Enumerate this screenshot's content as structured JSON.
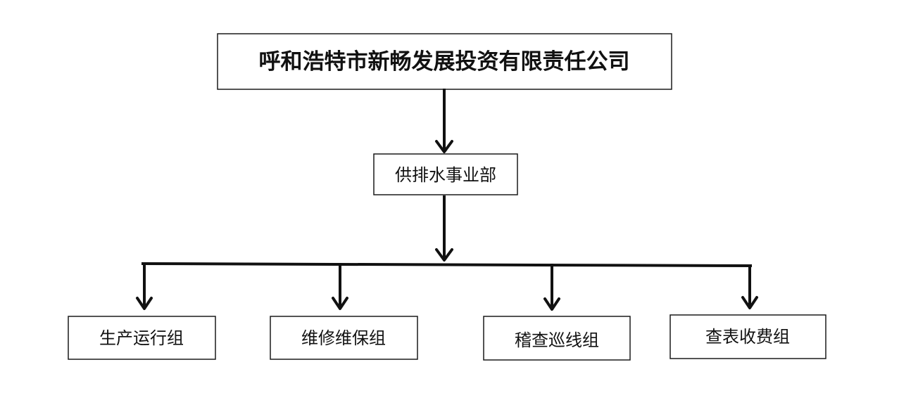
{
  "diagram": {
    "root": {
      "label": "呼和浩特市新畅发展投资有限责任公司"
    },
    "department": {
      "label": "供排水事业部"
    },
    "groups": [
      {
        "label": "生产运行组"
      },
      {
        "label": "维修维保组"
      },
      {
        "label": "稽查巡线组"
      },
      {
        "label": "查表收费组"
      }
    ]
  }
}
